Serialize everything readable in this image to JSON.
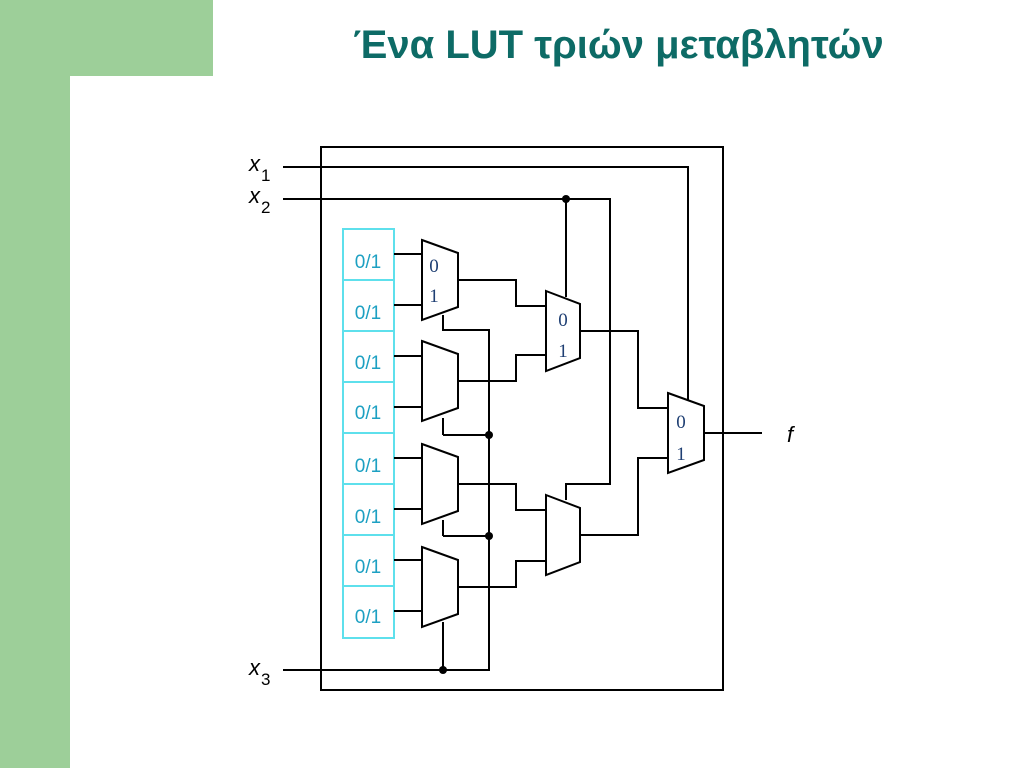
{
  "slide": {
    "title": "Ένα LUT τριών μεταβλητών",
    "theme_colors": {
      "title": "#0d6b66",
      "accent_bar": "#9dcf99",
      "cell": "#1da0c2"
    }
  },
  "diagram": {
    "inputs": [
      {
        "letter": "x",
        "sub": "1"
      },
      {
        "letter": "x",
        "sub": "2"
      },
      {
        "letter": "x",
        "sub": "3"
      }
    ],
    "output": "f",
    "cells": [
      "0/1",
      "0/1",
      "0/1",
      "0/1",
      "0/1",
      "0/1",
      "0/1",
      "0/1"
    ],
    "mux_selector_labels": {
      "zero": "0",
      "one": "1"
    }
  }
}
